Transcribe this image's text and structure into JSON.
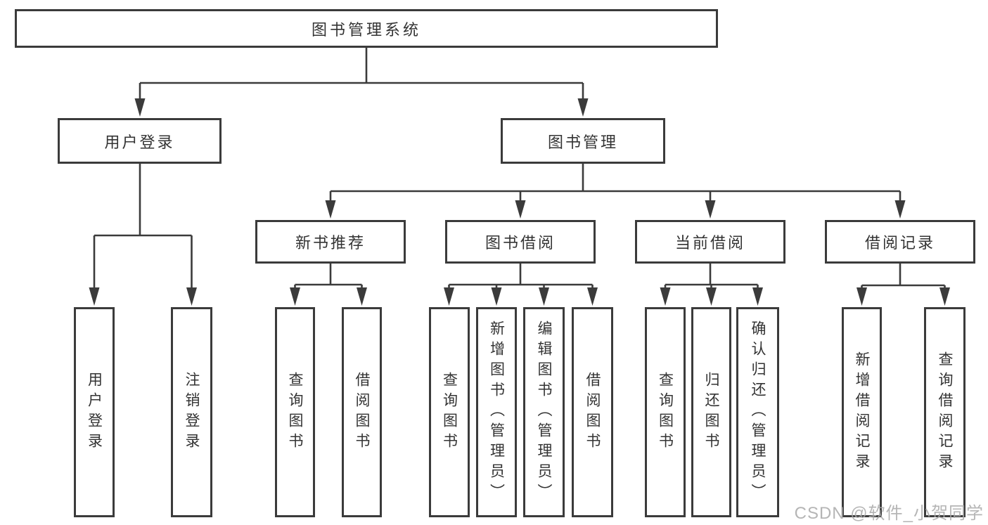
{
  "tree": {
    "root": {
      "label": "图书管理系统",
      "children": [
        {
          "label": "用户登录",
          "children": [
            {
              "label": "用户登录"
            },
            {
              "label": "注销登录"
            }
          ]
        },
        {
          "label": "图书管理",
          "children": [
            {
              "label": "新书推荐",
              "children": [
                {
                  "label": "查询图书"
                },
                {
                  "label": "借阅图书"
                }
              ]
            },
            {
              "label": "图书借阅",
              "children": [
                {
                  "label": "查询图书"
                },
                {
                  "label": "新增图书（管理员）"
                },
                {
                  "label": "编辑图书（管理员）"
                },
                {
                  "label": "借阅图书"
                }
              ]
            },
            {
              "label": "当前借阅",
              "children": [
                {
                  "label": "查询图书"
                },
                {
                  "label": "归还图书"
                },
                {
                  "label": "确认归还（管理员）"
                }
              ]
            },
            {
              "label": "借阅记录",
              "children": [
                {
                  "label": "新增借阅记录"
                },
                {
                  "label": "查询借阅记录"
                }
              ]
            }
          ]
        }
      ]
    }
  },
  "watermark": {
    "text": "CSDN @软件_小贺同学"
  },
  "colors": {
    "line": "#3b3b3b",
    "box_border": "#3b3b3b",
    "text": "#333333",
    "watermark": "#a9a9a9",
    "background": "#ffffff"
  }
}
